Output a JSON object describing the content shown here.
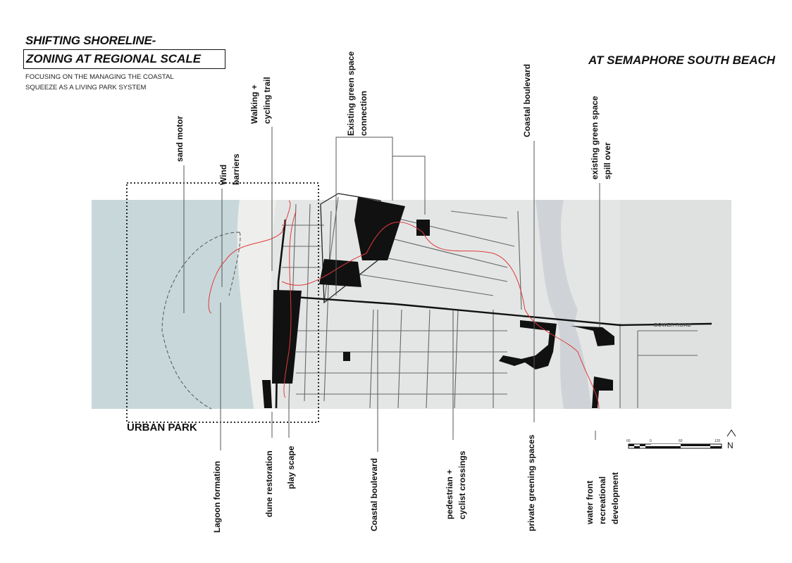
{
  "header": {
    "title_line1": "SHIFTING SHORELINE-",
    "title_line2": "ZONING AT REGIONAL SCALE",
    "subtitle_line1": "FOCUSING ON THE MANAGING THE COASTAL",
    "subtitle_line2": "SQUEEZE AS A LIVING PARK SYSTEM",
    "location": "AT SEMAPHORE SOUTH BEACH"
  },
  "map": {
    "zone_label": "URBAN PARK",
    "road_label": "BOWER ROAD",
    "colors": {
      "sea": "#c8d8da",
      "land": "#e4e6e6",
      "green_space": "#111111",
      "contour": "#e03a3a",
      "streets": "#555555"
    }
  },
  "top_labels": {
    "sand_motor": "sand motor",
    "wind_1": "Wind",
    "wind_2": "barriers",
    "walking_1": "Walking +",
    "walking_2": "cycling trail",
    "green_1": "Existing green space",
    "green_2": "connection",
    "coastal_boulevard": "Coastal boulevard",
    "spill_1": "existing green space",
    "spill_2": "spill over"
  },
  "bottom_labels": {
    "lagoon": "Lagoon formation",
    "dune": "dune restoration",
    "play": "play scape",
    "coastal_boulevard": "Coastal boulevard",
    "ped_1": "pedestrian +",
    "ped_2": "cyclist crossings",
    "private": "private greening spaces",
    "water_1": "water front",
    "water_2": "recreational",
    "water_3": "development"
  },
  "scale_bar": {
    "ticks": [
      "60",
      "0",
      "60",
      "120"
    ],
    "north": "N"
  }
}
